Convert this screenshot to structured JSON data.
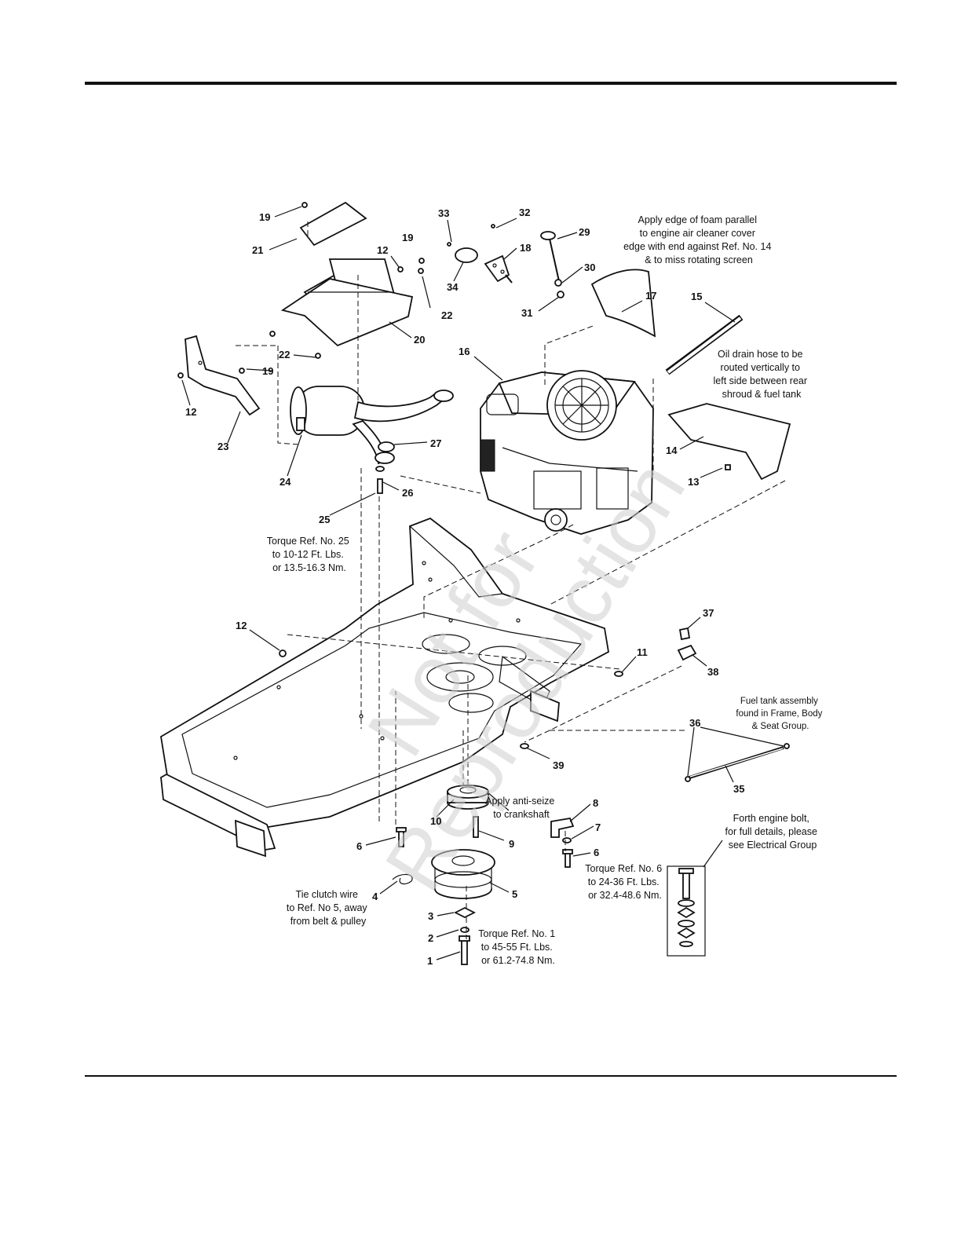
{
  "watermark": {
    "line1": "Not for",
    "line2": "Reproduction"
  },
  "callouts": [
    {
      "id": "c19a",
      "num": "19"
    },
    {
      "id": "c21",
      "num": "21"
    },
    {
      "id": "c12a",
      "num": "12"
    },
    {
      "id": "c19b",
      "num": "19"
    },
    {
      "id": "c22a",
      "num": "22"
    },
    {
      "id": "c20",
      "num": "20"
    },
    {
      "id": "c22b",
      "num": "22"
    },
    {
      "id": "c19c",
      "num": "19"
    },
    {
      "id": "c12b",
      "num": "12"
    },
    {
      "id": "c23",
      "num": "23"
    },
    {
      "id": "c24",
      "num": "24"
    },
    {
      "id": "c27",
      "num": "27"
    },
    {
      "id": "c26",
      "num": "26"
    },
    {
      "id": "c25",
      "num": "25"
    },
    {
      "id": "c33",
      "num": "33"
    },
    {
      "id": "c32",
      "num": "32"
    },
    {
      "id": "c18",
      "num": "18"
    },
    {
      "id": "c34",
      "num": "34"
    },
    {
      "id": "c29",
      "num": "29"
    },
    {
      "id": "c30",
      "num": "30"
    },
    {
      "id": "c31",
      "num": "31"
    },
    {
      "id": "c17",
      "num": "17"
    },
    {
      "id": "c15",
      "num": "15"
    },
    {
      "id": "c16",
      "num": "16"
    },
    {
      "id": "c14",
      "num": "14"
    },
    {
      "id": "c13",
      "num": "13"
    },
    {
      "id": "c12c",
      "num": "12"
    },
    {
      "id": "c11",
      "num": "11"
    },
    {
      "id": "c37",
      "num": "37"
    },
    {
      "id": "c38",
      "num": "38"
    },
    {
      "id": "c39",
      "num": "39"
    },
    {
      "id": "c36",
      "num": "36"
    },
    {
      "id": "c35",
      "num": "35"
    },
    {
      "id": "c10",
      "num": "10"
    },
    {
      "id": "c9",
      "num": "9"
    },
    {
      "id": "c8",
      "num": "8"
    },
    {
      "id": "c7",
      "num": "7"
    },
    {
      "id": "c6a",
      "num": "6"
    },
    {
      "id": "c6b",
      "num": "6"
    },
    {
      "id": "c4",
      "num": "4"
    },
    {
      "id": "c5",
      "num": "5"
    },
    {
      "id": "c3",
      "num": "3"
    },
    {
      "id": "c2",
      "num": "2"
    },
    {
      "id": "c1",
      "num": "1"
    }
  ],
  "notes": {
    "foam": [
      "Apply edge of foam parallel",
      "to engine air cleaner cover",
      "edge with end against Ref. No. 14",
      "& to miss rotating screen"
    ],
    "drain": [
      "Oil drain hose to be",
      "routed vertically to",
      "left side between rear",
      "shroud & fuel tank"
    ],
    "torque25": [
      "Torque Ref. No. 25",
      "to 10-12 Ft. Lbs.",
      "or 13.5-16.3 Nm."
    ],
    "fueltank": [
      "Fuel tank assembly",
      "found in Frame, Body",
      "& Seat Group."
    ],
    "antiseize": [
      "Apply anti-seize",
      "to crankshaft"
    ],
    "fourth": [
      "Forth engine bolt,",
      "for full details, please",
      "see Electrical Group"
    ],
    "torque6": [
      "Torque Ref. No. 6",
      "to 24-36 Ft. Lbs.",
      "or 32.4-48.6 Nm."
    ],
    "clutch": [
      "Tie clutch wire",
      "to Ref. No 5, away",
      "from belt & pulley"
    ],
    "torque1": [
      "Torque Ref. No. 1",
      "to 45-55 Ft. Lbs.",
      "or 61.2-74.8 Nm."
    ]
  }
}
